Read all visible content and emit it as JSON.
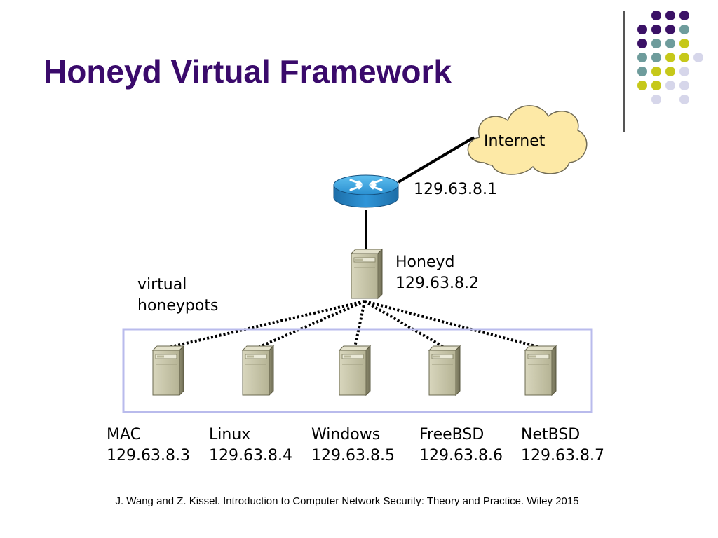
{
  "slide": {
    "title": "Honeyd Virtual Framework",
    "citation": "J. Wang and Z. Kissel. Introduction to Computer Network Security: Theory and Practice. Wiley 2015"
  },
  "theme": {
    "title_color": "#3a0a6b",
    "dot_colors": {
      "purple": "#3b1166",
      "teal": "#6e9c9c",
      "lime": "#c6c81a",
      "lavender": "#d6d6ea"
    },
    "cloud_fill": "#fde9a6",
    "router_color": "#2a8fd0",
    "server_color": "#c3c1a3",
    "group_border": "#b9bbec"
  },
  "diagram": {
    "internet": {
      "label": "Internet",
      "icon": "cloud-icon"
    },
    "router": {
      "ip": "129.63.8.1",
      "icon": "router-icon"
    },
    "honeyd": {
      "name": "Honeyd",
      "ip": "129.63.8.2",
      "icon": "server-icon"
    },
    "group_label": [
      "virtual",
      "honeypots"
    ],
    "honeypots": [
      {
        "name": "MAC",
        "ip": "129.63.8.3"
      },
      {
        "name": "Linux",
        "ip": "129.63.8.4"
      },
      {
        "name": "Windows",
        "ip": "129.63.8.5"
      },
      {
        "name": "FreeBSD",
        "ip": "129.63.8.6"
      },
      {
        "name": "NetBSD",
        "ip": "129.63.8.7"
      }
    ]
  }
}
